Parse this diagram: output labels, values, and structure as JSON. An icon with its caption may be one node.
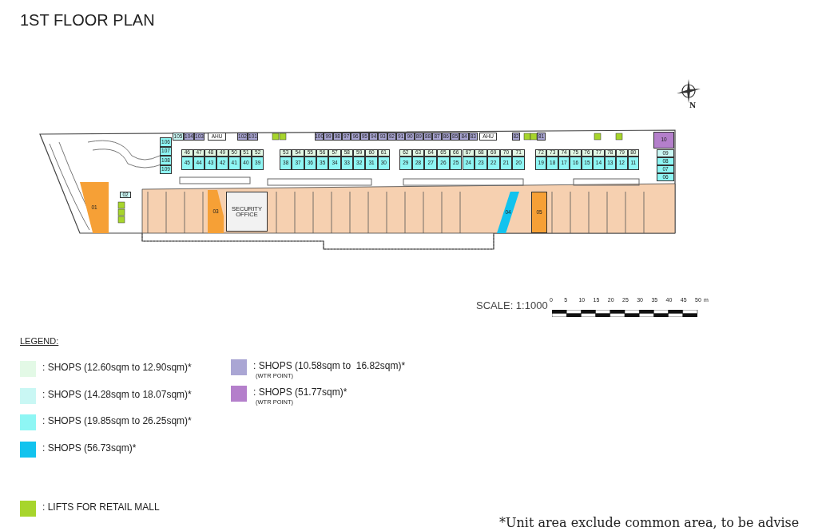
{
  "diagram": {
    "title": "1ST FLOOR PLAN",
    "nodes": [
      {
        "text": [
          "105"
        ]
      },
      {
        "text": [
          "104"
        ]
      },
      {
        "text": [
          "103"
        ]
      },
      {
        "text": [
          "AHU"
        ]
      },
      {
        "text": [
          "102"
        ]
      },
      {
        "text": [
          "101"
        ]
      },
      {
        "text": [
          "100"
        ]
      },
      {
        "text": [
          "99"
        ]
      },
      {
        "text": [
          "98"
        ]
      },
      {
        "text": [
          "97"
        ]
      },
      {
        "text": [
          "96"
        ]
      },
      {
        "text": [
          "95"
        ]
      },
      {
        "text": [
          "94"
        ]
      },
      {
        "text": [
          "93"
        ]
      },
      {
        "text": [
          "92"
        ]
      },
      {
        "text": [
          "91"
        ]
      },
      {
        "text": [
          "90"
        ]
      },
      {
        "text": [
          "89"
        ]
      },
      {
        "text": [
          "88"
        ]
      },
      {
        "text": [
          "87"
        ]
      },
      {
        "text": [
          "86"
        ]
      },
      {
        "text": [
          "85"
        ]
      },
      {
        "text": [
          "84"
        ]
      },
      {
        "text": [
          "83"
        ]
      },
      {
        "text": [
          "AHU"
        ]
      },
      {
        "text": [
          "82"
        ]
      },
      {
        "text": [
          "81"
        ]
      },
      {
        "text": [
          "10"
        ]
      },
      {
        "text": [
          "106"
        ]
      },
      {
        "text": [
          "107"
        ]
      },
      {
        "text": [
          "108"
        ]
      },
      {
        "text": [
          "109"
        ]
      },
      {
        "text": [
          "46"
        ]
      },
      {
        "text": [
          "47"
        ]
      },
      {
        "text": [
          "48"
        ]
      },
      {
        "text": [
          "49"
        ]
      },
      {
        "text": [
          "50"
        ]
      },
      {
        "text": [
          "51"
        ]
      },
      {
        "text": [
          "52"
        ]
      },
      {
        "text": [
          "53"
        ]
      },
      {
        "text": [
          "54"
        ]
      },
      {
        "text": [
          "55"
        ]
      },
      {
        "text": [
          "56"
        ]
      },
      {
        "text": [
          "57"
        ]
      },
      {
        "text": [
          "58"
        ]
      },
      {
        "text": [
          "59"
        ]
      },
      {
        "text": [
          "60"
        ]
      },
      {
        "text": [
          "61"
        ]
      },
      {
        "text": [
          "62"
        ]
      },
      {
        "text": [
          "63"
        ]
      },
      {
        "text": [
          "64"
        ]
      },
      {
        "text": [
          "65"
        ]
      },
      {
        "text": [
          "66"
        ]
      },
      {
        "text": [
          "67"
        ]
      },
      {
        "text": [
          "68"
        ]
      },
      {
        "text": [
          "69"
        ]
      },
      {
        "text": [
          "70"
        ]
      },
      {
        "text": [
          "71"
        ]
      },
      {
        "text": [
          "72"
        ]
      },
      {
        "text": [
          "73"
        ]
      },
      {
        "text": [
          "74"
        ]
      },
      {
        "text": [
          "75"
        ]
      },
      {
        "text": [
          "76"
        ]
      },
      {
        "text": [
          "77"
        ]
      },
      {
        "text": [
          "78"
        ]
      },
      {
        "text": [
          "79"
        ]
      },
      {
        "text": [
          "80"
        ]
      },
      {
        "text": [
          "45"
        ]
      },
      {
        "text": [
          "44"
        ]
      },
      {
        "text": [
          "43"
        ]
      },
      {
        "text": [
          "42"
        ]
      },
      {
        "text": [
          "41"
        ]
      },
      {
        "text": [
          "40"
        ]
      },
      {
        "text": [
          "39"
        ]
      },
      {
        "text": [
          "38"
        ]
      },
      {
        "text": [
          "37"
        ]
      },
      {
        "text": [
          "36"
        ]
      },
      {
        "text": [
          "35"
        ]
      },
      {
        "text": [
          "34"
        ]
      },
      {
        "text": [
          "33"
        ]
      },
      {
        "text": [
          "32"
        ]
      },
      {
        "text": [
          "31"
        ]
      },
      {
        "text": [
          "30"
        ]
      },
      {
        "text": [
          "29"
        ]
      },
      {
        "text": [
          "28"
        ]
      },
      {
        "text": [
          "27"
        ]
      },
      {
        "text": [
          "26"
        ]
      },
      {
        "text": [
          "25"
        ]
      },
      {
        "text": [
          "24"
        ]
      },
      {
        "text": [
          "23"
        ]
      },
      {
        "text": [
          "22"
        ]
      },
      {
        "text": [
          "21"
        ]
      },
      {
        "text": [
          "20"
        ]
      },
      {
        "text": [
          "19"
        ]
      },
      {
        "text": [
          "18"
        ]
      },
      {
        "text": [
          "17"
        ]
      },
      {
        "text": [
          "16"
        ]
      },
      {
        "text": [
          "15"
        ]
      },
      {
        "text": [
          "14"
        ]
      },
      {
        "text": [
          "13"
        ]
      },
      {
        "text": [
          "12"
        ]
      },
      {
        "text": [
          "11"
        ]
      },
      {
        "text": [
          "09"
        ]
      },
      {
        "text": [
          "08"
        ]
      },
      {
        "text": [
          "07"
        ]
      },
      {
        "text": [
          "06"
        ]
      },
      {
        "text": [
          "02"
        ]
      },
      {
        "text": [
          "01"
        ]
      },
      {
        "text": [
          "03"
        ]
      },
      {
        "text": [
          "SECURITY OFFICE"
        ]
      },
      {
        "text": [
          "04"
        ]
      },
      {
        "text": [
          "05"
        ]
      }
    ],
    "labels": [
      "N",
      "SCALE: 1:1000",
      "0",
      "5",
      "10",
      "15",
      "20",
      "25",
      "30",
      "35",
      "40",
      "45",
      "50",
      "m",
      "LEGEND:",
      "(WTR POINT)",
      "(WTR POINT)",
      "*Unit area exclude common area, to be advise"
    ],
    "legend": [
      {
        "text": ": SHOPS (12.60sqm to 12.90sqm)*",
        "color": "#e3f9e6"
      },
      {
        "text": ": SHOPS (14.28sqm to 18.07sqm)*",
        "color": "#c9f7f4"
      },
      {
        "text": ": SHOPS (19.85sqm to 26.25sqm)*",
        "color": "#8ef6f4"
      },
      {
        "text": ": SHOPS (56.73sqm)*",
        "color": "#12c3ee"
      },
      {
        "text": ": SHOPS (10.58sqm to  16.82sqm)*",
        "color": "#aaa6d4"
      },
      {
        "text": ": SHOPS (51.77sqm)*",
        "color": "#b47fcb"
      },
      {
        "text": ": LIFTS FOR RETAIL MALL",
        "color": "#a7d52c"
      }
    ]
  }
}
